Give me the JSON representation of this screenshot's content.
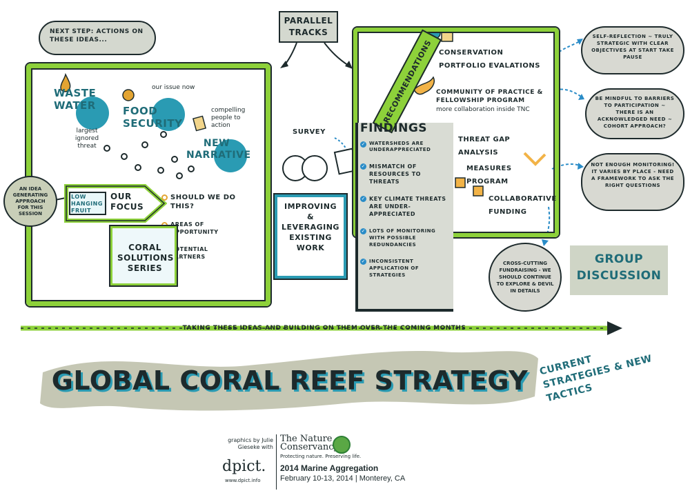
{
  "next_step": "NEXT STEP: ACTIONS on these IDEAS...",
  "parallel_tracks": "PARALLEL TRACKS",
  "recommendations_banner": "RECOMMENDATIONS",
  "left_panel": {
    "waste_water": "WASTE WATER",
    "largest_threat": "largest ignored threat",
    "food_security": "FOOD SECURITY",
    "our_issue": "our issue now",
    "compelling": "compelling people to action",
    "new_narrative": "NEW NARRATIVE",
    "low_hanging_fruit": "LOW HANGING FRUIT",
    "our_focus": "OUR FOCUS",
    "questions": [
      "SHOULD WE DO THIS?",
      "AREAS of OPPORTUNITY",
      "POTENTIAL PARTNERS"
    ],
    "coral_series": "CORAL SOLUTIONS SERIES"
  },
  "idea_bubble": "AN IDEA GENERATING APPROACH for this SESSION",
  "survey": "SURVEY",
  "improving": "IMPROVING & LEVERAGING EXISTING WORK",
  "findings": {
    "title": "FINDINGS",
    "items": [
      "WATERSHEDS are UNDERAPPRECIATED",
      "MISMATCH of RESOURCES to THREATS",
      "KEY CLIMATE THREATS are UNDER-APPRECIATED",
      "LOTS of MONITORING with POSSIBLE REDUNDANCIES",
      "INCONSISTENT APPLICATION of STRATEGIES"
    ]
  },
  "recommendations": [
    "CONSERVATION PORTFOLIO EVALATIONS",
    "COMMUNITY of PRACTICE & FELLOWSHIP PROGRAM",
    "THREAT GAP ANALYSIS",
    "MEASURES PROGRAM",
    "COLLABORATIVE FUNDING"
  ],
  "more_collab": "more collaboration inside TNC",
  "clouds": [
    "SELF-REFLECTION ~ TRULY STRATEGIC with CLEAR OBJECTIVES at START TAKE PAUSE",
    "Be MINDFUL to BARRIERS to PARTICIPATION ~ THERE is an ACKNOWLEDGED NEED ~ COHORT APPROACH?",
    "NOT ENOUGH MONITORING! IT VARIES by PLACE - NEED a FRAMEWORK to ASK the RIGHT QUESTIONS",
    "CROSS-CUTTING FUNDRAISING - WE SHOULD CONTINUE to EXPLORE & DEVIL in DETAILS"
  ],
  "group_discussion": "GROUP DISCUSSION",
  "timeline": "TAKING these IDEAS and BUILDING on THEM over the COMING MONTHS",
  "main_title": "GLOBAL CORAL REEF STRATEGY",
  "subtitle": "CURRENT STRATEGIES & NEW TACTICS",
  "credits": {
    "graphics_by": "graphics by Julie Gieseke with",
    "dpict": "dpict.",
    "dpict_url": "www.dpict.info",
    "tnc_name_1": "The Nature",
    "tnc_name_2": "Conservancy",
    "tnc_tagline": "Protecting nature. Preserving life.",
    "event_title": "2014 Marine Aggregation",
    "event_date": "February 10-13, 2014 | Monterey, CA"
  },
  "colors": {
    "green": "#8dd13a",
    "teal": "#2a9bb3",
    "blue": "#2a8cc7",
    "ink": "#1d2a2c",
    "gray_band": "#c5c7b4",
    "orange": "#e3a432"
  }
}
